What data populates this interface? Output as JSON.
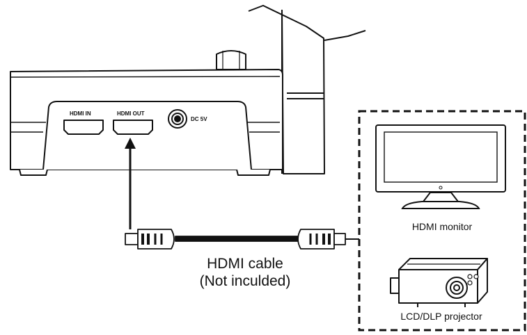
{
  "device": {
    "ports": {
      "hdmi_in": "HDMI IN",
      "hdmi_out": "HDMI OUT",
      "dc": "DC 5V"
    }
  },
  "cable": {
    "line1": "HDMI cable",
    "line2": "(Not inculded)"
  },
  "outputs": {
    "monitor_label": "HDMI monitor",
    "projector_label": "LCD/DLP projector"
  },
  "colors": {
    "stroke": "#111111",
    "background": "#ffffff"
  }
}
